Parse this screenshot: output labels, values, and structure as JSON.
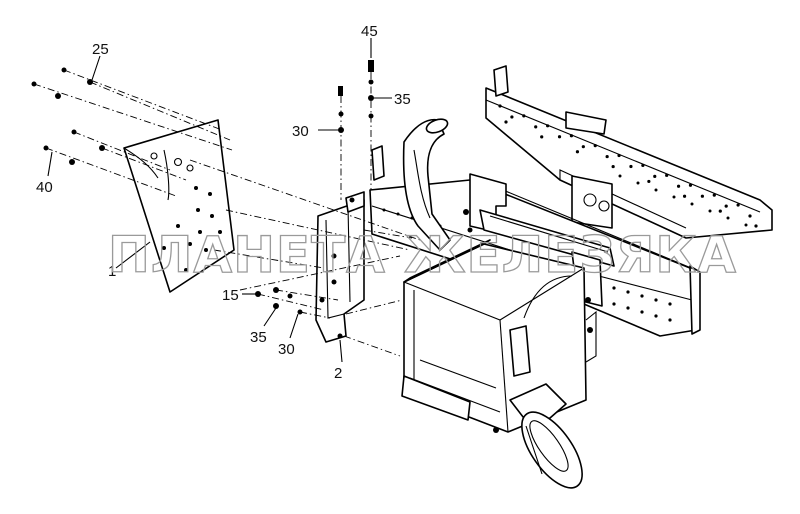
{
  "watermark": "ПЛАНЕТА ЖЕЛЕЗЯКА",
  "callouts": {
    "c25": "25",
    "c45": "45",
    "c35_top": "35",
    "c30_top": "30",
    "c40": "40",
    "c1": "1",
    "c15": "15",
    "c35_bottom": "35",
    "c30_bottom": "30",
    "c2": "2"
  }
}
